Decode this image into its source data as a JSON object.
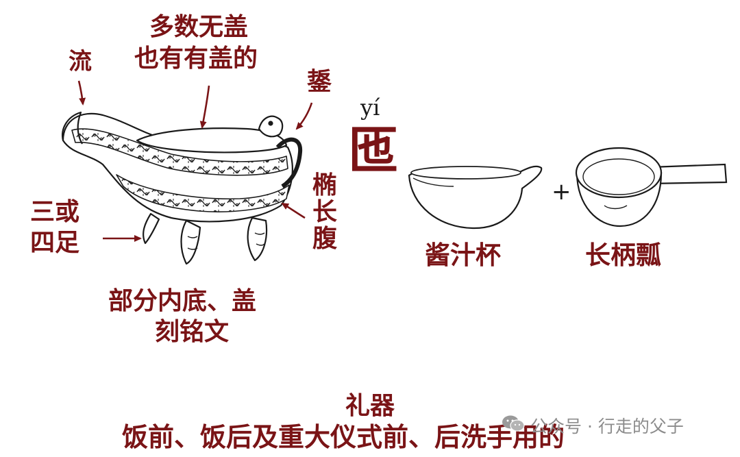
{
  "vessel_labels": {
    "spout": "流",
    "lid_line1": "多数无盖",
    "lid_line2": "也有有盖的",
    "handle": "鋬",
    "feet_line1": "三或",
    "feet_line2": "四足",
    "belly": "椭长腹",
    "inscription_line1": "部分内底、盖",
    "inscription_line2": "刻铭文"
  },
  "character": {
    "pinyin": "yí",
    "glyph": "匜"
  },
  "components": {
    "sauce_cup": "酱汁杯",
    "plus": "+",
    "ladle": "长柄瓢"
  },
  "usage": {
    "category": "礼器",
    "description": "饭前、饭后及重大仪式前、后洗手用的"
  },
  "watermark": {
    "text": "公众号 · 行走的父子",
    "icon": "wechat-icon"
  },
  "colors": {
    "label": "#7a1416",
    "line": "#1a1a1a",
    "watermark": "#8c8c8c"
  }
}
